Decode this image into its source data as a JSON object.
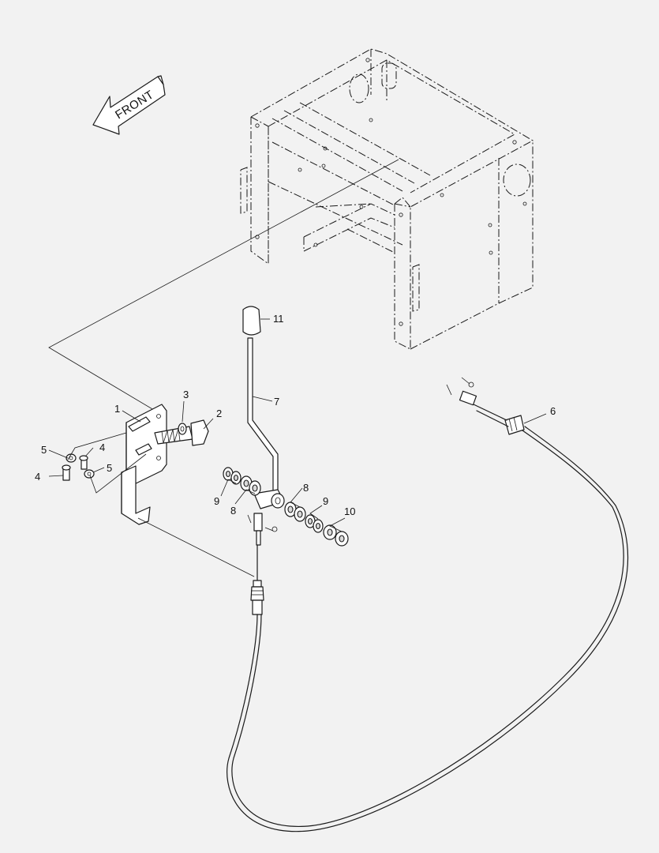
{
  "front_arrow": {
    "label": "FRONT"
  },
  "part_labels": [
    {
      "id": "label-1",
      "text": "1"
    },
    {
      "id": "label-2",
      "text": "2"
    },
    {
      "id": "label-3",
      "text": "3"
    },
    {
      "id": "label-4a",
      "text": "4"
    },
    {
      "id": "label-4b",
      "text": "4"
    },
    {
      "id": "label-5a",
      "text": "5"
    },
    {
      "id": "label-5b",
      "text": "5"
    },
    {
      "id": "label-6",
      "text": "6"
    },
    {
      "id": "label-7",
      "text": "7"
    },
    {
      "id": "label-8a",
      "text": "8"
    },
    {
      "id": "label-8b",
      "text": "8"
    },
    {
      "id": "label-9a",
      "text": "9"
    },
    {
      "id": "label-9b",
      "text": "9"
    },
    {
      "id": "label-10",
      "text": "10"
    },
    {
      "id": "label-11",
      "text": "11"
    }
  ],
  "colors": {
    "background": "#f2f2f2",
    "line": "#1a1a1a"
  },
  "icons": [
    "front-arrow-icon"
  ]
}
